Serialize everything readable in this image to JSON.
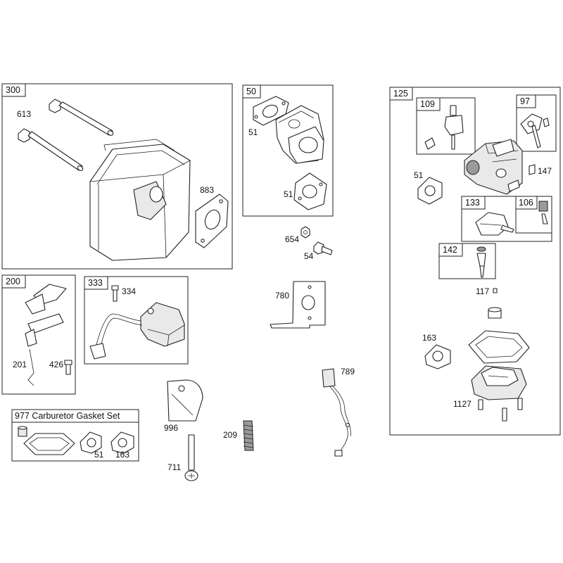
{
  "boxes": {
    "b300": "300",
    "b50": "50",
    "b125": "125",
    "b109": "109",
    "b97": "97",
    "b133": "133",
    "b106": "106",
    "b142": "142",
    "b200": "200",
    "b333": "333",
    "b977": "977 Carburetor Gasket Set"
  },
  "callouts": {
    "c613": "613",
    "c883": "883",
    "c51a": "51",
    "c51b": "51",
    "c654": "654",
    "c54": "54",
    "c780": "780",
    "c334": "334",
    "c201": "201",
    "c426": "426",
    "c51c": "51",
    "c163a": "163",
    "c996": "996",
    "c209": "209",
    "c789": "789",
    "c711": "711",
    "c51d": "51",
    "c147": "147",
    "c117": "117",
    "c163b": "163",
    "c1127": "1127"
  }
}
